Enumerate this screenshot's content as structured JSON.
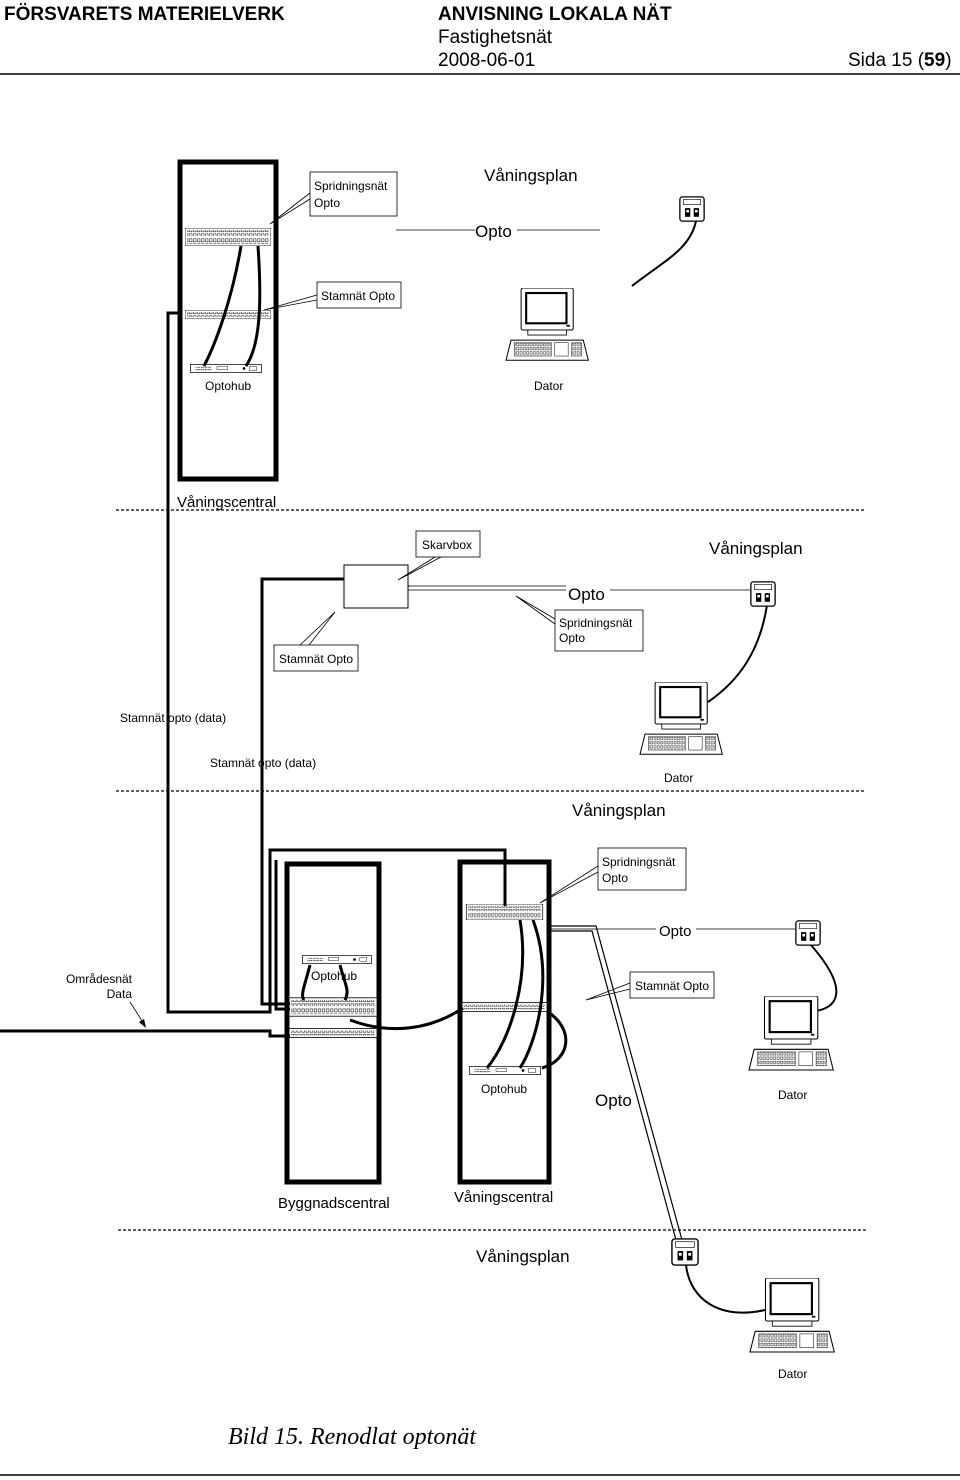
{
  "header": {
    "org": "FÖRSVARETS MATERIELVERK",
    "doc_title": "ANVISNING LOKALA NÄT",
    "subtitle": "Fastighetsnät",
    "date": "2008-06-01",
    "page_prefix": "Sida 15 (",
    "page_total": "59",
    "page_suffix": ")"
  },
  "labels": {
    "s1_spridningsnat_1": "Spridningsnät",
    "s1_spridningsnat_2": "Opto",
    "s1_vaningsplan": "Våningsplan",
    "s1_opto": "Opto",
    "s1_stamnat": "Stamnät Opto",
    "s1_optohub": "Optohub",
    "s1_dator": "Dator",
    "s1_vaningscentral": "Våningscentral",
    "s2_skarvbox": "Skarvbox",
    "s2_vaningsplan": "Våningsplan",
    "s2_opto": "Opto",
    "s2_spridningsnat_1": "Spridningsnät",
    "s2_spridningsnat_2": "Opto",
    "s2_stamnat": "Stamnät Opto",
    "s2_stamnat_data_1": "Stamnät opto (data)",
    "s2_stamnat_data_2": "Stamnät opto (data)",
    "s2_dator": "Dator",
    "s3_vaningsplan": "Våningsplan",
    "s3_spridningsnat_1": "Spridningsnät",
    "s3_spridningsnat_2": "Opto",
    "s3_opto": "Opto",
    "s3_omradesnat_1": "Områdesnät",
    "s3_omradesnat_2": "Data",
    "s3_optohub_top": "Optohub",
    "s3_stamnat": "Stamnät Opto",
    "s3_optohub_bottom": "Optohub",
    "s3_opto_bottom": "Opto",
    "s3_dator": "Dator",
    "s3_byggnadscentral": "Byggnadscentral",
    "s3_vaningscentral": "Våningscentral",
    "s4_vaningsplan": "Våningsplan",
    "s4_dator": "Dator"
  },
  "caption": "Bild 15. Renodlat optonät"
}
